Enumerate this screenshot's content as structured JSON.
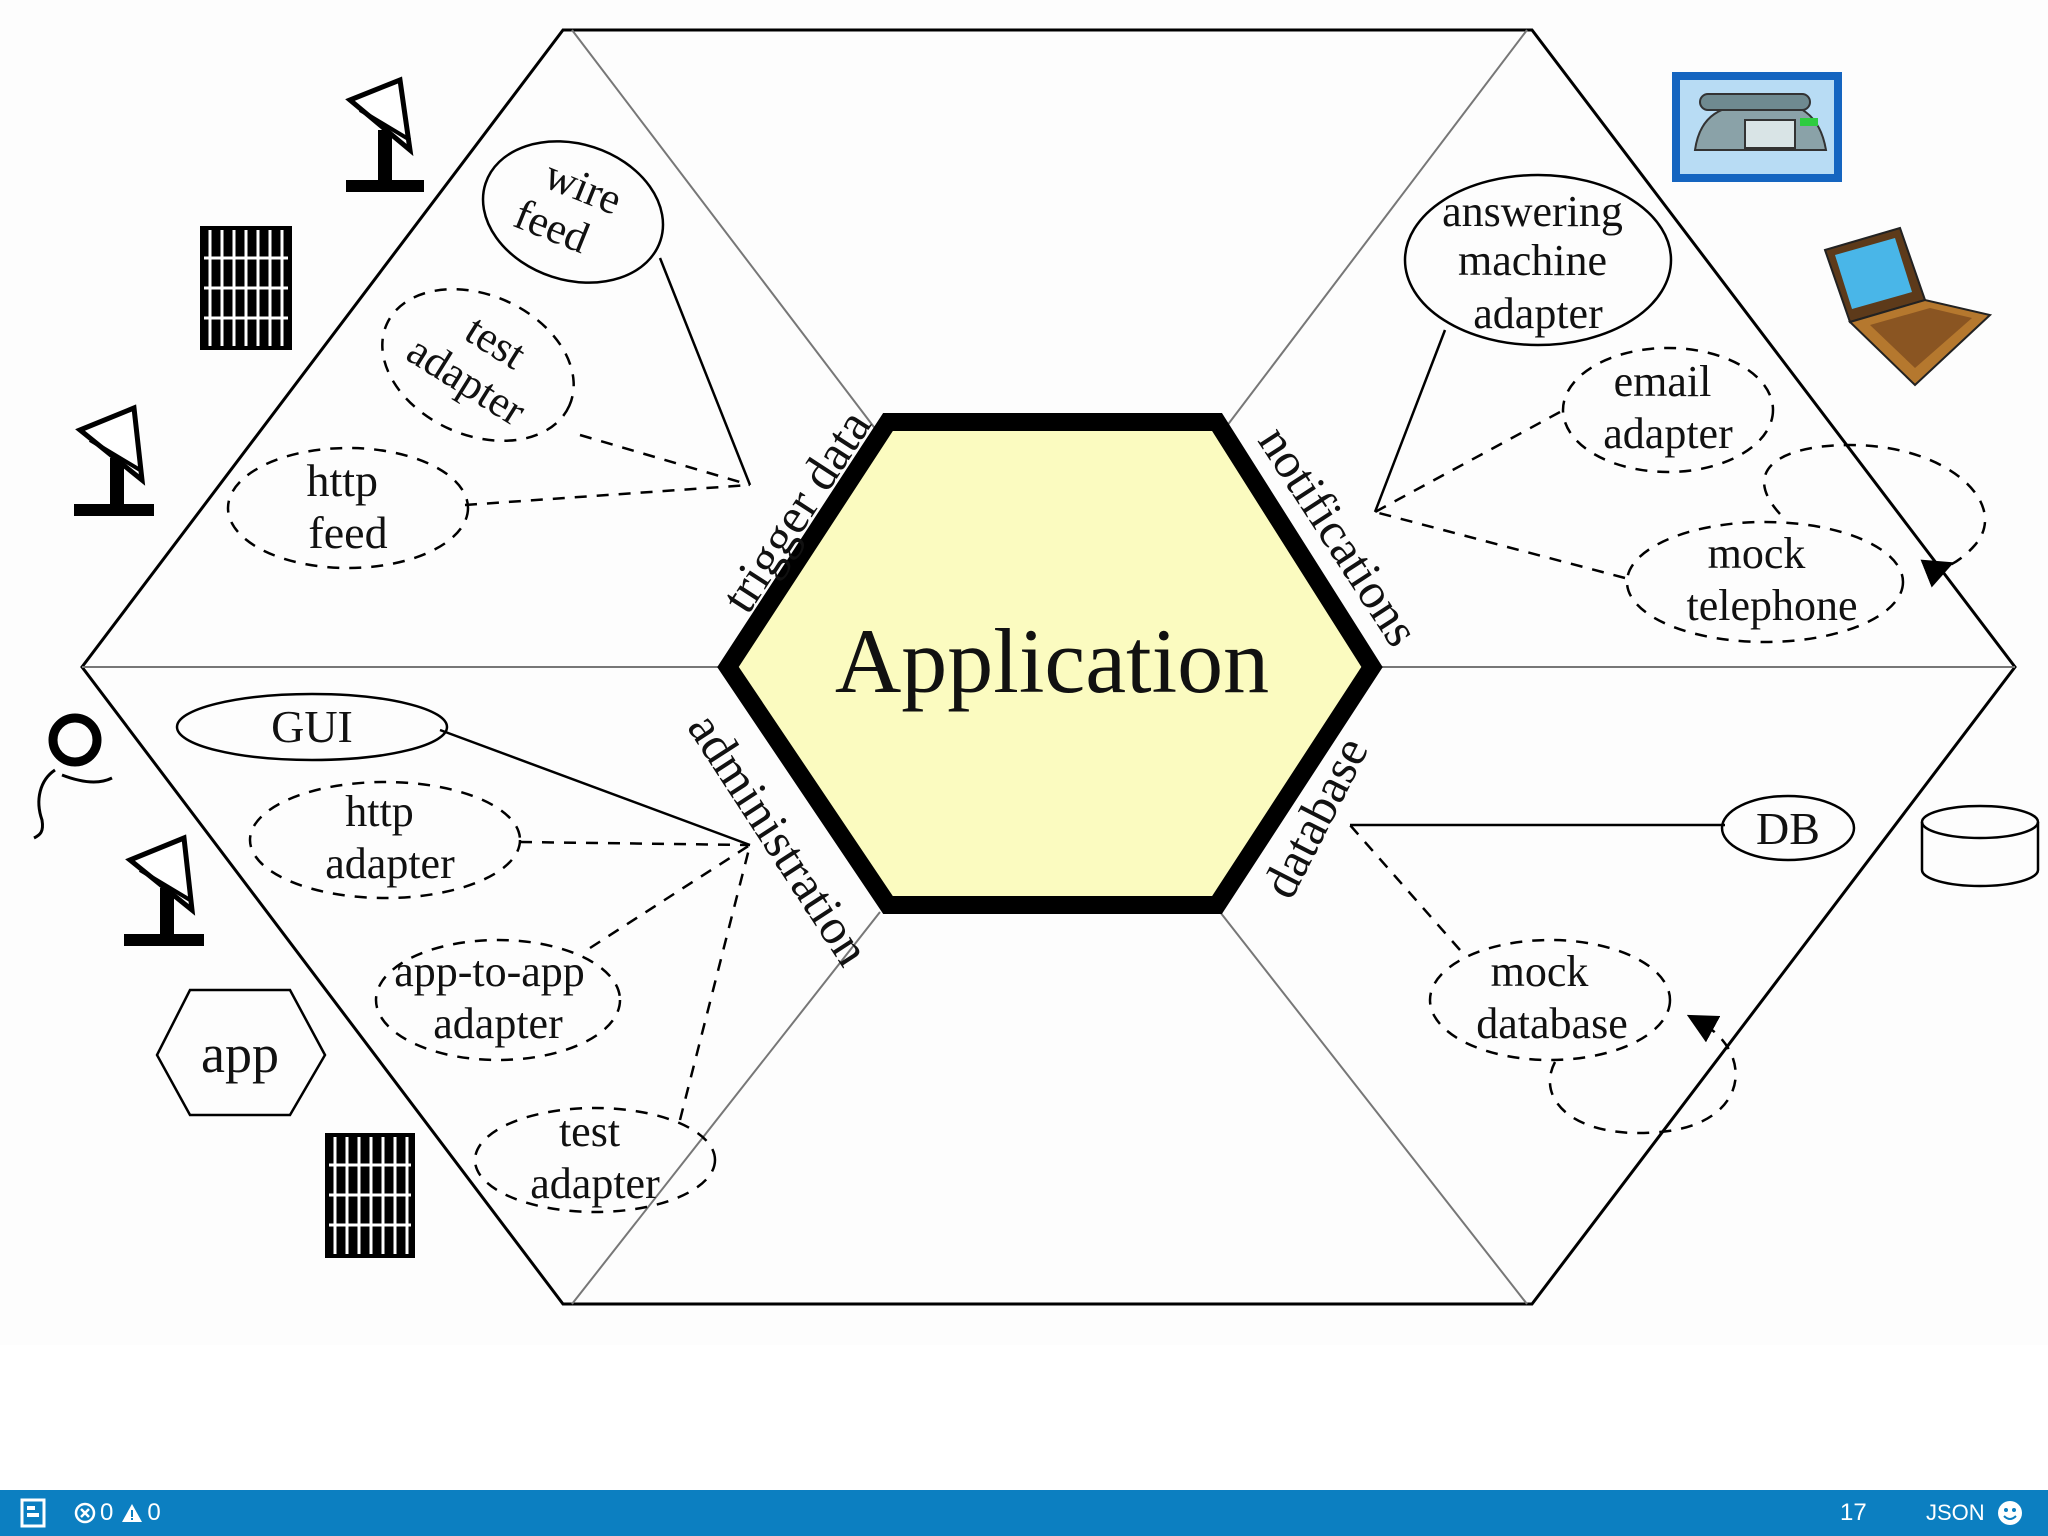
{
  "diagram": {
    "center_label": "Application",
    "port_labels": {
      "trigger": "trigger data",
      "notifications": "notifications",
      "administration": "administration",
      "database": "database"
    },
    "adapters": {
      "wire_feed": [
        "wire",
        "feed"
      ],
      "test_adapter_top": [
        "test",
        "adapter"
      ],
      "http_feed": [
        "http",
        "feed"
      ],
      "answering_machine": [
        "answering",
        "machine",
        "adapter"
      ],
      "email_adapter": [
        "email",
        "adapter"
      ],
      "mock_telephone": [
        "mock",
        "telephone"
      ],
      "gui": "GUI",
      "http_adapter": [
        "http",
        "adapter"
      ],
      "app_to_app": [
        "app-to-app",
        "adapter"
      ],
      "test_adapter_bottom": [
        "test",
        "adapter"
      ],
      "db": "DB",
      "mock_database": [
        "mock",
        "database"
      ]
    },
    "external_app": "app",
    "icons": [
      "satellite-dish-icon",
      "grid-screen-icon",
      "telephone-icon",
      "laptop-icon",
      "person-icon",
      "cylinder-database-icon"
    ]
  },
  "statusbar": {
    "errors": "0",
    "warnings": "0",
    "line": "17",
    "language": "JSON",
    "accent": "#0c7fc1"
  }
}
